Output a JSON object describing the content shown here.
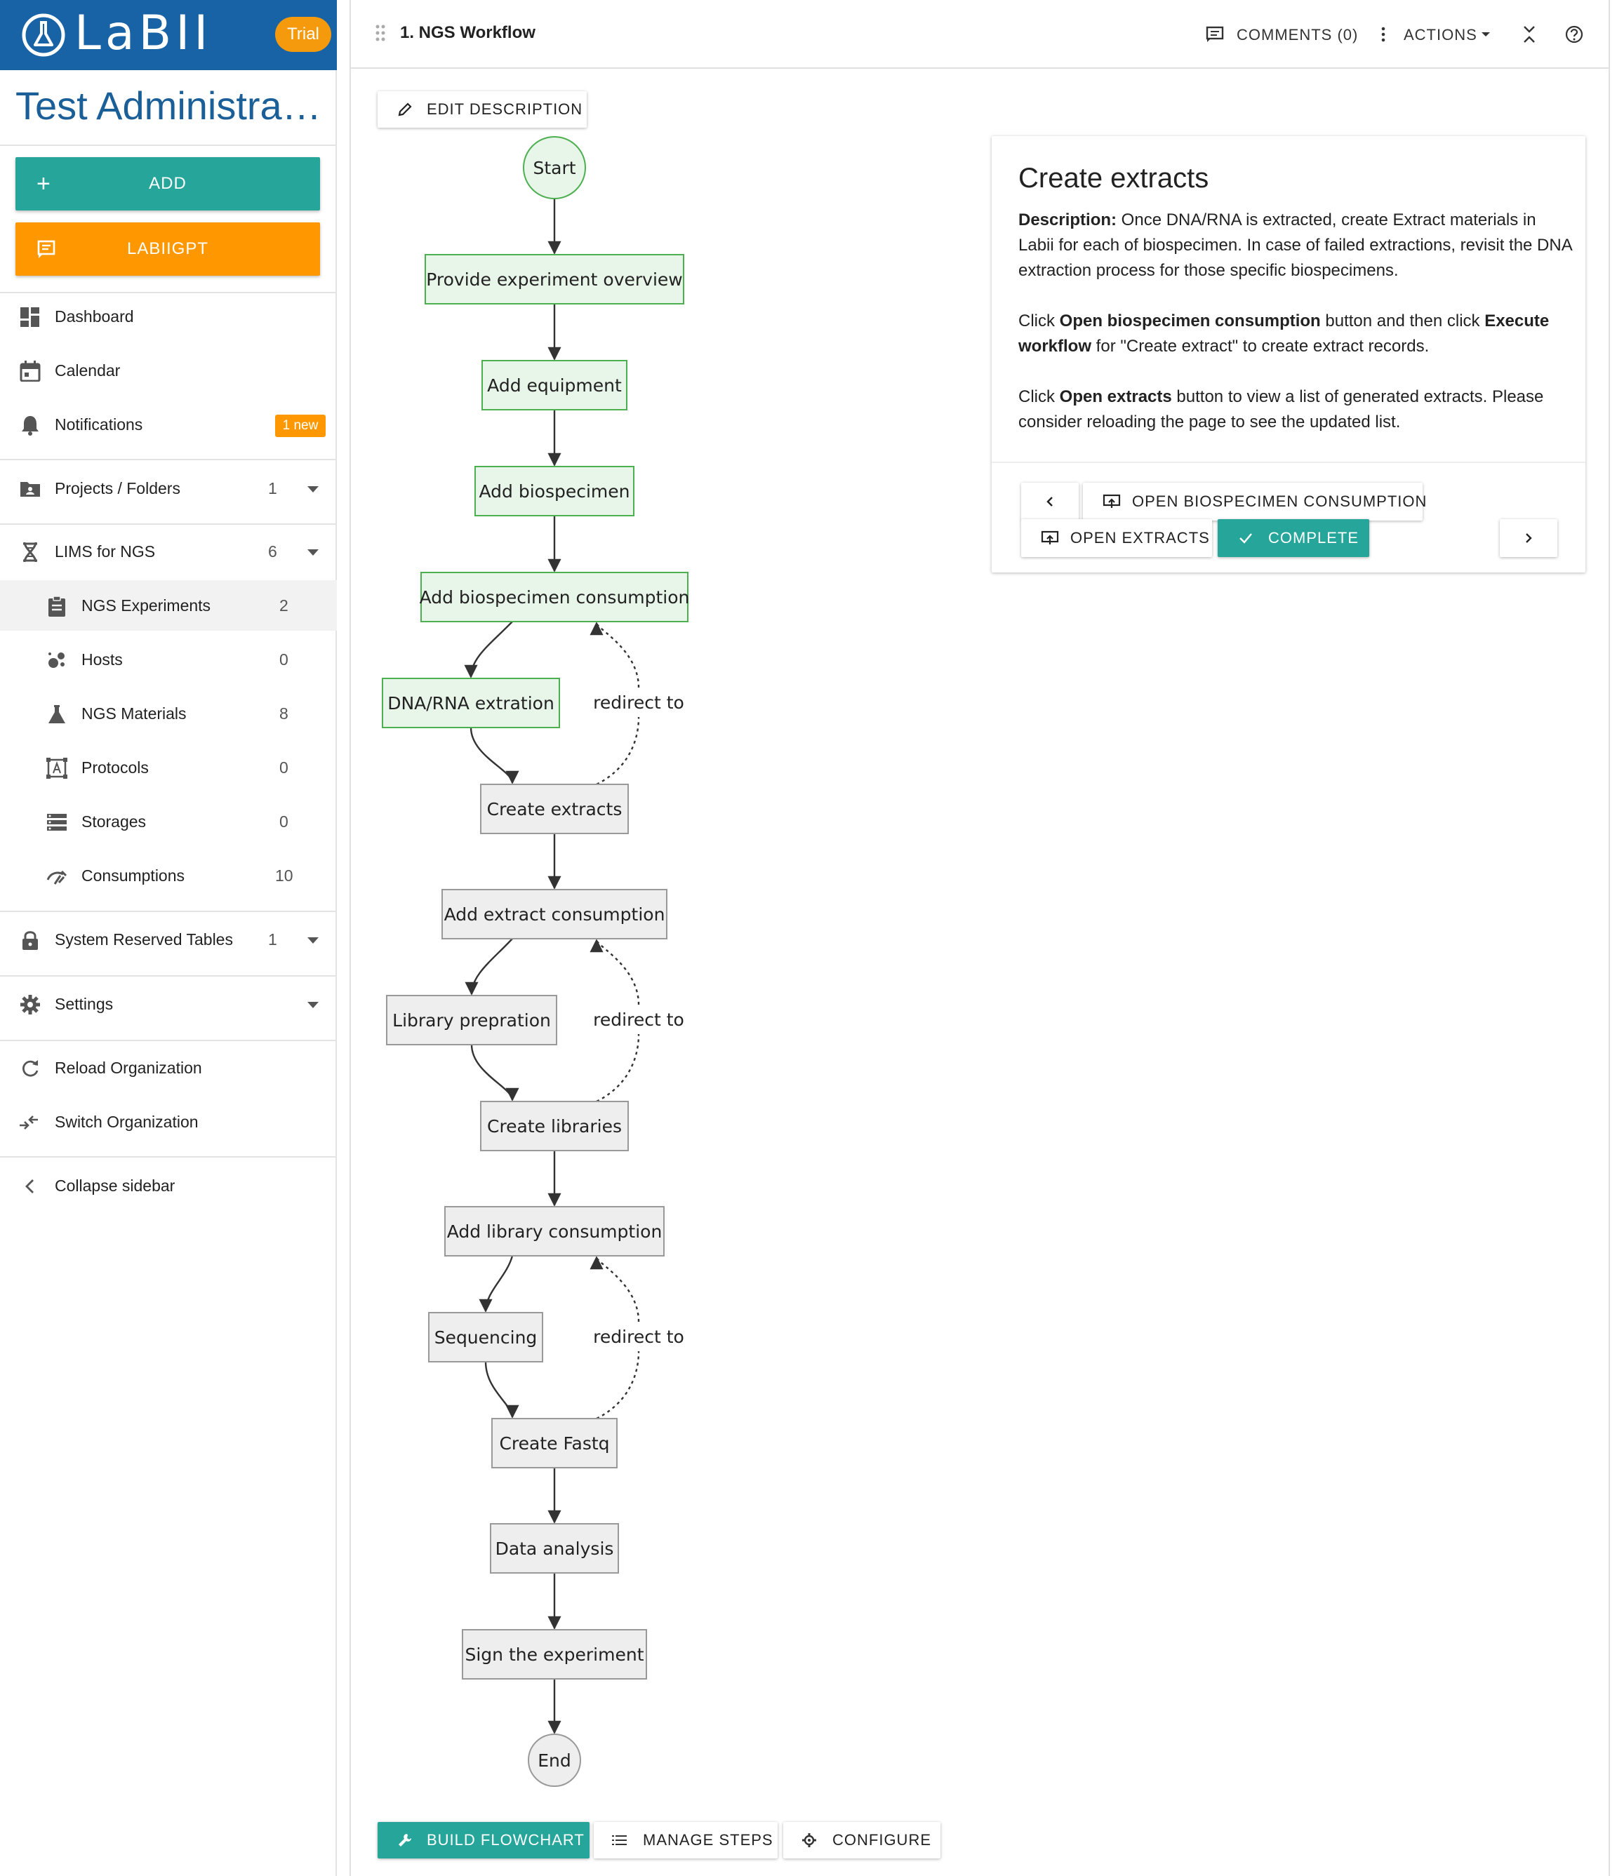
{
  "sidebar": {
    "logo_text": "LaBII",
    "trial_badge": "Trial",
    "org_title": "Test Administrat…",
    "add_label": "ADD",
    "gpt_label": "LABIIGPT",
    "items": [
      {
        "label": "Dashboard",
        "icon": "dashboard-icon"
      },
      {
        "label": "Calendar",
        "icon": "calendar-icon"
      },
      {
        "label": "Notifications",
        "icon": "bell-icon",
        "badge": "1 new"
      },
      {
        "label": "Projects / Folders",
        "icon": "folder-icon",
        "count": "1"
      },
      {
        "label": "LIMS for NGS",
        "icon": "dna-icon",
        "count": "6"
      },
      {
        "label": "NGS Experiments",
        "icon": "clipboard-icon",
        "count": "2"
      },
      {
        "label": "Hosts",
        "icon": "bacteria-icon",
        "count": "0"
      },
      {
        "label": "NGS Materials",
        "icon": "flask-icon",
        "count": "8"
      },
      {
        "label": "Protocols",
        "icon": "protocol-icon",
        "count": "0"
      },
      {
        "label": "Storages",
        "icon": "storage-icon",
        "count": "0"
      },
      {
        "label": "Consumptions",
        "icon": "consumption-icon",
        "count": "10"
      },
      {
        "label": "System Reserved Tables",
        "icon": "lock-icon",
        "count": "1"
      },
      {
        "label": "Settings",
        "icon": "gear-icon"
      },
      {
        "label": "Reload Organization",
        "icon": "reload-icon"
      },
      {
        "label": "Switch Organization",
        "icon": "switch-icon"
      },
      {
        "label": "Collapse sidebar",
        "icon": "chevron-left-icon"
      }
    ]
  },
  "header": {
    "title": "1. NGS Workflow",
    "comments_label": "COMMENTS (0)",
    "actions_label": "ACTIONS"
  },
  "toolbar": {
    "edit_description": "EDIT DESCRIPTION",
    "build_flowchart": "BUILD FLOWCHART",
    "manage_steps": "MANAGE STEPS",
    "configure": "CONFIGURE"
  },
  "flowchart": {
    "nodes": [
      {
        "id": "start",
        "label": "Start",
        "shape": "circle",
        "state": "done"
      },
      {
        "id": "overview",
        "label": "Provide experiment overview",
        "state": "done"
      },
      {
        "id": "equipment",
        "label": "Add equipment",
        "state": "done"
      },
      {
        "id": "biospecimen",
        "label": "Add biospecimen",
        "state": "done"
      },
      {
        "id": "biospec_consumption",
        "label": "Add biospecimen consumption",
        "state": "done"
      },
      {
        "id": "dna",
        "label": "DNA/RNA extration",
        "state": "done"
      },
      {
        "id": "extracts",
        "label": "Create extracts",
        "state": "pending"
      },
      {
        "id": "extract_consumption",
        "label": "Add extract consumption",
        "state": "pending"
      },
      {
        "id": "library_prep",
        "label": "Library prepration",
        "state": "pending"
      },
      {
        "id": "libraries",
        "label": "Create libraries",
        "state": "pending"
      },
      {
        "id": "library_consumption",
        "label": "Add library consumption",
        "state": "pending"
      },
      {
        "id": "sequencing",
        "label": "Sequencing",
        "state": "pending"
      },
      {
        "id": "fastq",
        "label": "Create Fastq",
        "state": "pending"
      },
      {
        "id": "analysis",
        "label": "Data analysis",
        "state": "pending"
      },
      {
        "id": "sign",
        "label": "Sign the experiment",
        "state": "pending"
      },
      {
        "id": "end",
        "label": "End",
        "shape": "circle",
        "state": "pending"
      }
    ],
    "redirect_label": "redirect to",
    "colors": {
      "done_fill": "#e8f5e9",
      "done_stroke": "#4caf50",
      "pending_fill": "#eeeeee",
      "pending_stroke": "#999999"
    }
  },
  "detail": {
    "title": "Create extracts",
    "desc_label": "Description:",
    "desc_text": " Once DNA/RNA is extracted, create Extract materials in Labii for each of biospecimen. In case of failed extractions, revisit the DNA extraction process for those specific biospecimens.",
    "p2_a": "Click ",
    "p2_b": "Open biospecimen consumption",
    "p2_c": " button and then click ",
    "p2_d": "Execute workflow",
    "p2_e": " for \"Create extract\" to create extract records.",
    "p3_a": "Click ",
    "p3_b": "Open extracts",
    "p3_c": " button to view a list of generated extracts. Please consider reloading the page to see the updated list.",
    "open_biospecimen_consumption": "OPEN BIOSPECIMEN CONSUMPTION",
    "open_extracts": "OPEN EXTRACTS",
    "complete": "COMPLETE"
  },
  "colors": {
    "brand_blue": "#1863a6",
    "teal": "#26a69a",
    "orange": "#ff9800"
  }
}
